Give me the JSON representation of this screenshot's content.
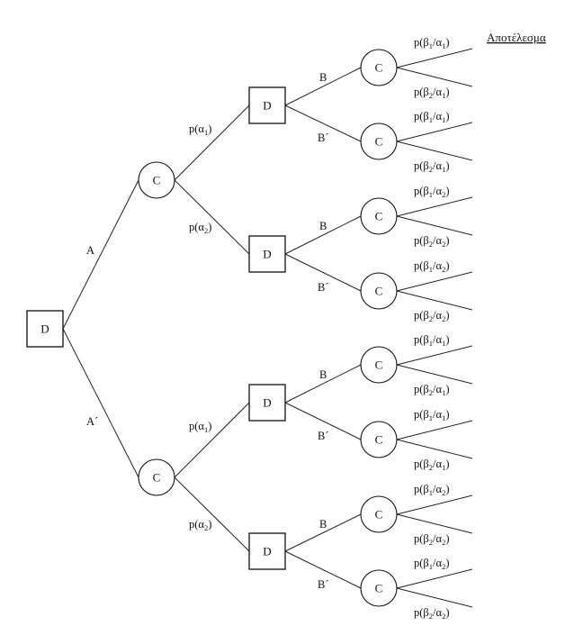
{
  "title": "Αποτέλεσμα",
  "node_labels": {
    "decision": "D",
    "chance": "C"
  },
  "tree": {
    "type": "decision",
    "label": "D",
    "branches": [
      {
        "label": "A",
        "node": {
          "type": "chance",
          "label": "C",
          "branches": [
            {
              "label": {
                "text": "p(α",
                "sub": "1",
                "tail": ")"
              },
              "node": {
                "type": "decision",
                "label": "D",
                "branches": [
                  {
                    "label": "B",
                    "node": {
                      "type": "chance",
                      "label": "C",
                      "outcomes": [
                        {
                          "text": "p(β",
                          "sub1": "1",
                          "mid": "/α",
                          "sub2": "1",
                          "tail": ")"
                        },
                        {
                          "text": "p(β",
                          "sub1": "2",
                          "mid": "/α",
                          "sub2": "1",
                          "tail": ")"
                        }
                      ]
                    }
                  },
                  {
                    "label": "B´",
                    "node": {
                      "type": "chance",
                      "label": "C",
                      "outcomes": [
                        {
                          "text": "p(β",
                          "sub1": "1",
                          "mid": "/α",
                          "sub2": "1",
                          "tail": ")"
                        },
                        {
                          "text": "p(β",
                          "sub1": "2",
                          "mid": "/α",
                          "sub2": "1",
                          "tail": ")"
                        }
                      ]
                    }
                  }
                ]
              }
            },
            {
              "label": {
                "text": "p(α",
                "sub": "2",
                "tail": ")"
              },
              "node": {
                "type": "decision",
                "label": "D",
                "branches": [
                  {
                    "label": "B",
                    "node": {
                      "type": "chance",
                      "label": "C",
                      "outcomes": [
                        {
                          "text": "p(β",
                          "sub1": "1",
                          "mid": "/α",
                          "sub2": "2",
                          "tail": ")"
                        },
                        {
                          "text": "p(β",
                          "sub1": "2",
                          "mid": "/α",
                          "sub2": "2",
                          "tail": ")"
                        }
                      ]
                    }
                  },
                  {
                    "label": "B´",
                    "node": {
                      "type": "chance",
                      "label": "C",
                      "outcomes": [
                        {
                          "text": "p(β",
                          "sub1": "1",
                          "mid": "/α",
                          "sub2": "2",
                          "tail": ")"
                        },
                        {
                          "text": "p(β",
                          "sub1": "2",
                          "mid": "/α",
                          "sub2": "2",
                          "tail": ")"
                        }
                      ]
                    }
                  }
                ]
              }
            }
          ]
        }
      },
      {
        "label": "A´",
        "node": {
          "type": "chance",
          "label": "C",
          "branches": [
            {
              "label": {
                "text": "p(α",
                "sub": "1",
                "tail": ")"
              },
              "node": {
                "type": "decision",
                "label": "D",
                "branches": [
                  {
                    "label": "B",
                    "node": {
                      "type": "chance",
                      "label": "C",
                      "outcomes": [
                        {
                          "text": "p(β",
                          "sub1": "1",
                          "mid": "/α",
                          "sub2": "1",
                          "tail": ")"
                        },
                        {
                          "text": "p(β",
                          "sub1": "2",
                          "mid": "/α",
                          "sub2": "1",
                          "tail": ")"
                        }
                      ]
                    }
                  },
                  {
                    "label": "B´",
                    "node": {
                      "type": "chance",
                      "label": "C",
                      "outcomes": [
                        {
                          "text": "p(β",
                          "sub1": "1",
                          "mid": "/α",
                          "sub2": "1",
                          "tail": ")"
                        },
                        {
                          "text": "p(β",
                          "sub1": "2",
                          "mid": "/α",
                          "sub2": "1",
                          "tail": ")"
                        }
                      ]
                    }
                  }
                ]
              }
            },
            {
              "label": {
                "text": "p(α",
                "sub": "2",
                "tail": ")"
              },
              "node": {
                "type": "decision",
                "label": "D",
                "branches": [
                  {
                    "label": "B",
                    "node": {
                      "type": "chance",
                      "label": "C",
                      "outcomes": [
                        {
                          "text": "p(β",
                          "sub1": "1",
                          "mid": "/α",
                          "sub2": "2",
                          "tail": ")"
                        },
                        {
                          "text": "p(β",
                          "sub1": "2",
                          "mid": "/α",
                          "sub2": "2",
                          "tail": ")"
                        }
                      ]
                    }
                  },
                  {
                    "label": "B´",
                    "node": {
                      "type": "chance",
                      "label": "C",
                      "outcomes": [
                        {
                          "text": "p(β",
                          "sub1": "1",
                          "mid": "/α",
                          "sub2": "2",
                          "tail": ")"
                        },
                        {
                          "text": "p(β",
                          "sub1": "2",
                          "mid": "/α",
                          "sub2": "2",
                          "tail": ")"
                        }
                      ]
                    }
                  }
                ]
              }
            }
          ]
        }
      }
    ]
  }
}
